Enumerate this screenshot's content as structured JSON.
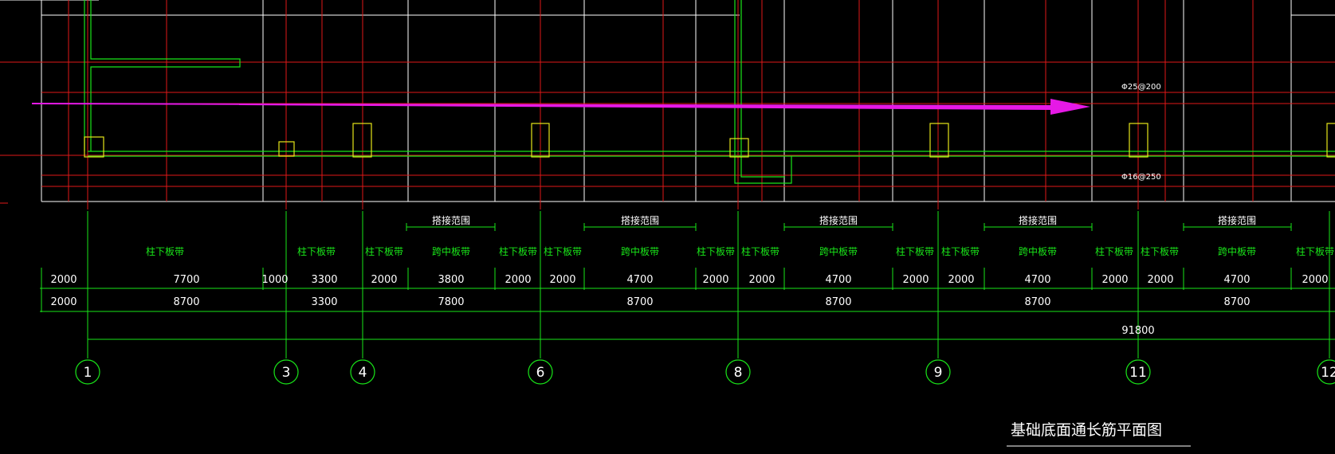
{
  "title": "基础底面通长筋平面图",
  "rebar_top": "Φ25@200",
  "rebar_bottom": "Φ16@250",
  "axes": [
    "1",
    "3",
    "4",
    "6",
    "8",
    "9",
    "11",
    "12"
  ],
  "lap_label": "搭接范围",
  "strip_labels": {
    "column": "柱下板带",
    "span": "跨中板带"
  },
  "dim_row1": [
    "2000",
    "7700",
    "1000",
    "3300",
    "2000",
    "3800",
    "2000",
    "2000",
    "4700",
    "2000",
    "2000",
    "4700",
    "2000",
    "2000",
    "4700",
    "2000",
    "2000",
    "4700",
    "2000"
  ],
  "dim_row2": [
    "2000",
    "8700",
    "3300",
    "7800",
    "8700",
    "8700",
    "8700",
    "8700"
  ],
  "dim_total": "91800",
  "colors": {
    "background": "#000000",
    "red": "#e01818",
    "white": "#ffffff",
    "green": "#19e619",
    "yellow": "#e6e619",
    "magenta": "#e619e6"
  }
}
